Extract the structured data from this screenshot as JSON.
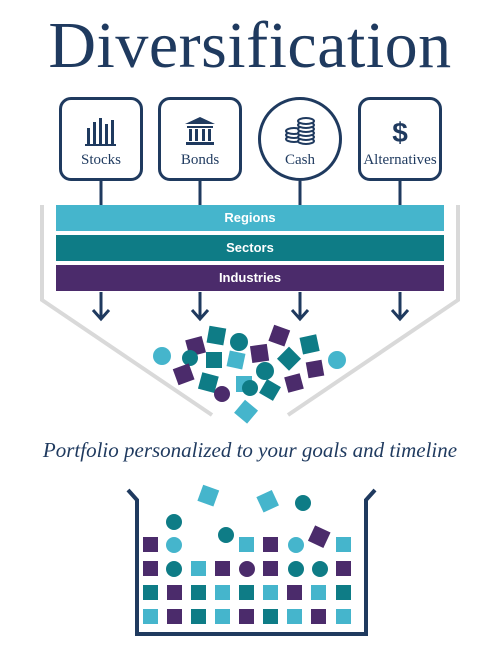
{
  "title": "Diversification",
  "assets": [
    {
      "label": "Stocks",
      "icon": "bar-chart-icon"
    },
    {
      "label": "Bonds",
      "icon": "bank-building-icon"
    },
    {
      "label": "Cash",
      "icon": "coin-stack-icon"
    },
    {
      "label": "Alternatives",
      "icon": "dollar-sign-icon"
    }
  ],
  "bands": [
    {
      "label": "Regions",
      "color": "#45b5cc"
    },
    {
      "label": "Sectors",
      "color": "#0e7c86"
    },
    {
      "label": "Industries",
      "color": "#4b2b6b"
    }
  ],
  "tagline": "Portfolio personalized to your goals and timeline",
  "colors": {
    "navy": "#1f3a5f",
    "light_teal": "#45b5cc",
    "teal": "#0e7c86",
    "purple": "#4b2b6b",
    "funnel_gray": "#d9d9d9"
  }
}
